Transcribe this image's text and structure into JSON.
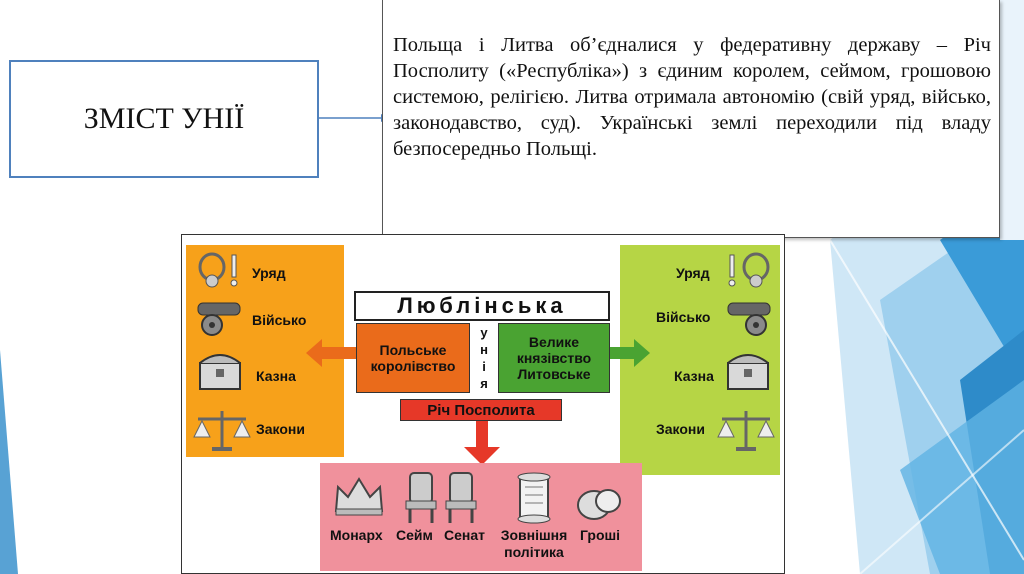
{
  "title_box": {
    "text": "ЗМІСТ УНІЇ"
  },
  "content": {
    "paragraph": "Польща і Литва об’єдналися у федеративну державу – Річ Посполиту («Республіка») з єдиним королем, сеймом, грошовою системою, релігією. Литва отримала автономію (свій уряд, військо, законодавство, суд). Українські землі переходили під владу безпосередньо Польщі."
  },
  "diagram": {
    "header": "Люблінська",
    "union_vertical": "у н і я",
    "left_state": "Польське королівство",
    "right_state": "Велике князівство Литовське",
    "result": "Річ Посполита",
    "left_items": [
      "Уряд",
      "Військо",
      "Казна",
      "Закони"
    ],
    "right_items": [
      "Уряд",
      "Військо",
      "Казна",
      "Закони"
    ],
    "bottom_items": [
      "Монарх",
      "Сейм",
      "Сенат",
      "Зовнішня політика",
      "Гроші"
    ],
    "colors": {
      "left_panel": "#f7a11a",
      "right_panel": "#b6d545",
      "poland_box": "#ea6b1b",
      "lithuania_box": "#4aa332",
      "result_box": "#e63828",
      "bottom_panel": "#f0919c",
      "slide_accent": "#2e8bc9"
    }
  }
}
